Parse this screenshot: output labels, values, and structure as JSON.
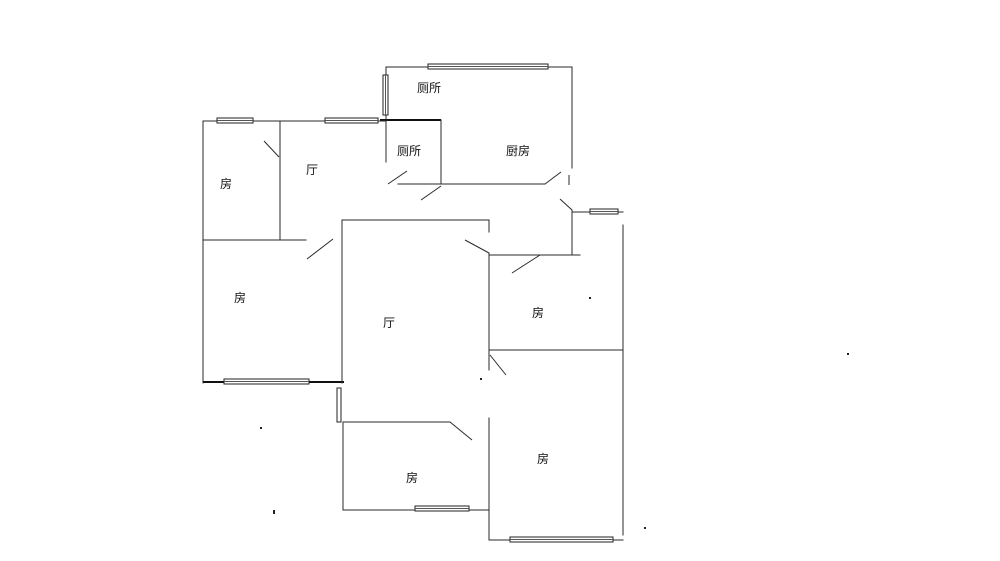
{
  "rooms": {
    "toilet_top": "厕所",
    "toilet_mid": "厕所",
    "kitchen": "厨房",
    "room_top_left": "房",
    "hall_small": "厅",
    "room_left": "房",
    "hall_main": "厅",
    "room_right_top": "房",
    "room_right_bottom": "房",
    "room_bottom": "房"
  },
  "colors": {
    "line": "#2a2a2a",
    "background": "#ffffff"
  }
}
